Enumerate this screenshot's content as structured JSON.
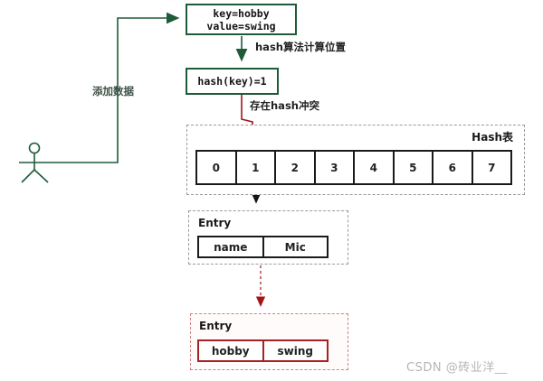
{
  "labels": {
    "add_data": "添加数据",
    "hash_calc": "hash算法计算位置",
    "hash_conflict": "存在hash冲突"
  },
  "key_value_box": {
    "line1": "key=hobby",
    "line2": "value=swing"
  },
  "hash_box": {
    "text": "hash(key)=1"
  },
  "hash_table": {
    "title": "Hash表",
    "cells": [
      "0",
      "1",
      "2",
      "3",
      "4",
      "5",
      "6",
      "7"
    ],
    "arrow_target_cell": "1"
  },
  "entries": {
    "existing": {
      "title": "Entry",
      "key": "name",
      "value": "Mic"
    },
    "new": {
      "title": "Entry",
      "key": "hobby",
      "value": "swing"
    }
  },
  "watermark": "CSDN @砖业洋__",
  "colors": {
    "flow_green": "#1e5b38",
    "conflict_red": "#a31515",
    "dashed_gray": "#9a9a9a",
    "watermark_gray": "#b5b5b5"
  }
}
